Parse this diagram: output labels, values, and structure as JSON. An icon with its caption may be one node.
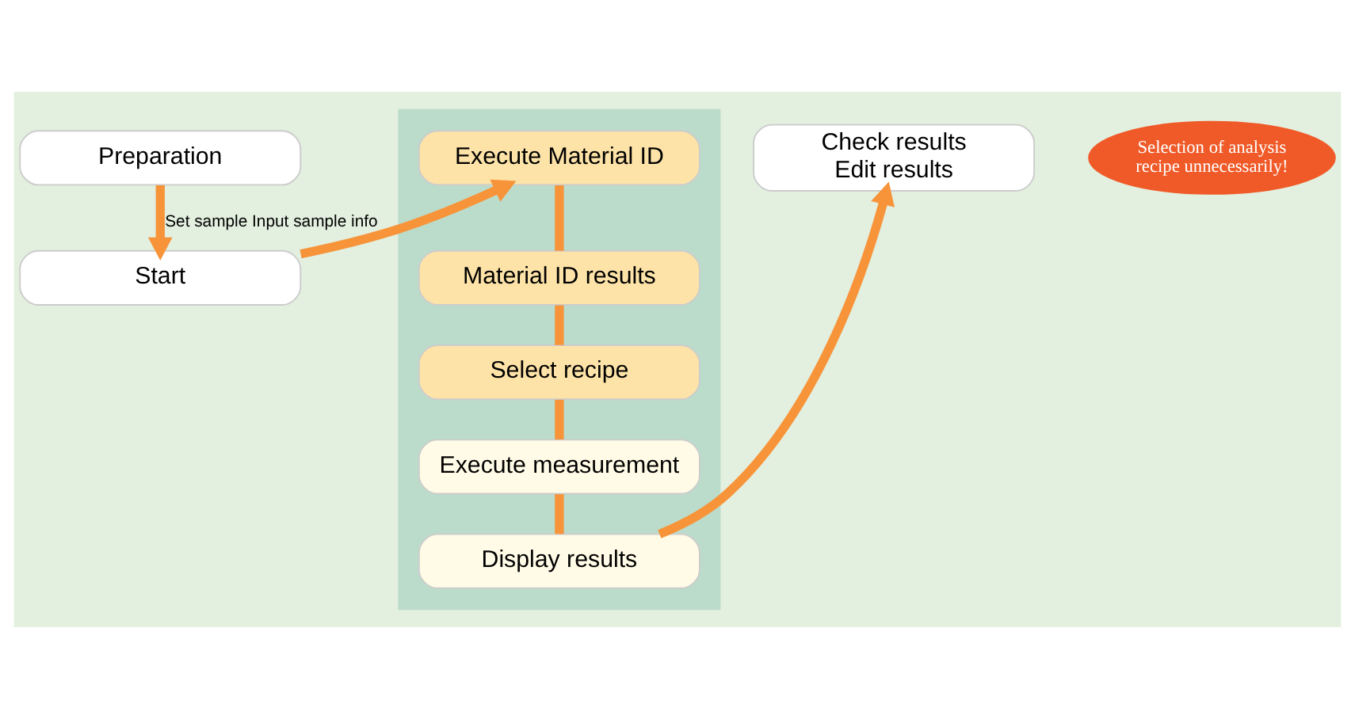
{
  "diagram": {
    "nodes": [
      {
        "text": [
          "Preparation"
        ]
      },
      {
        "text": [
          "Start"
        ]
      },
      {
        "text": [],
        "shape": "box"
      },
      {
        "text": [
          "Execute Material ID"
        ],
        "in": 2
      },
      {
        "text": [
          "Material ID results"
        ],
        "in": 2
      },
      {
        "text": [
          "Select recipe"
        ],
        "in": 2
      },
      {
        "text": [
          "Execute measurement"
        ],
        "in": 2
      },
      {
        "text": [
          "Display results"
        ],
        "in": 2
      },
      {
        "text": [
          "Selection of analysis recipe unnecessarily!"
        ]
      },
      {
        "text": [
          "Check results",
          "Edit results"
        ]
      }
    ],
    "edges": [
      {
        "from": 0,
        "to": 1,
        "arrow": "to",
        "label": "Set sample Input sample info"
      },
      {
        "from": 1,
        "to": 3,
        "arrow": "to"
      },
      {
        "from": 3,
        "to": 4,
        "arrow": "none"
      },
      {
        "from": 4,
        "to": 5,
        "arrow": "none"
      },
      {
        "from": 5,
        "to": 6,
        "arrow": "none"
      },
      {
        "from": 6,
        "to": 7,
        "arrow": "none"
      },
      {
        "from": 7,
        "to": 9,
        "arrow": "to"
      }
    ]
  }
}
